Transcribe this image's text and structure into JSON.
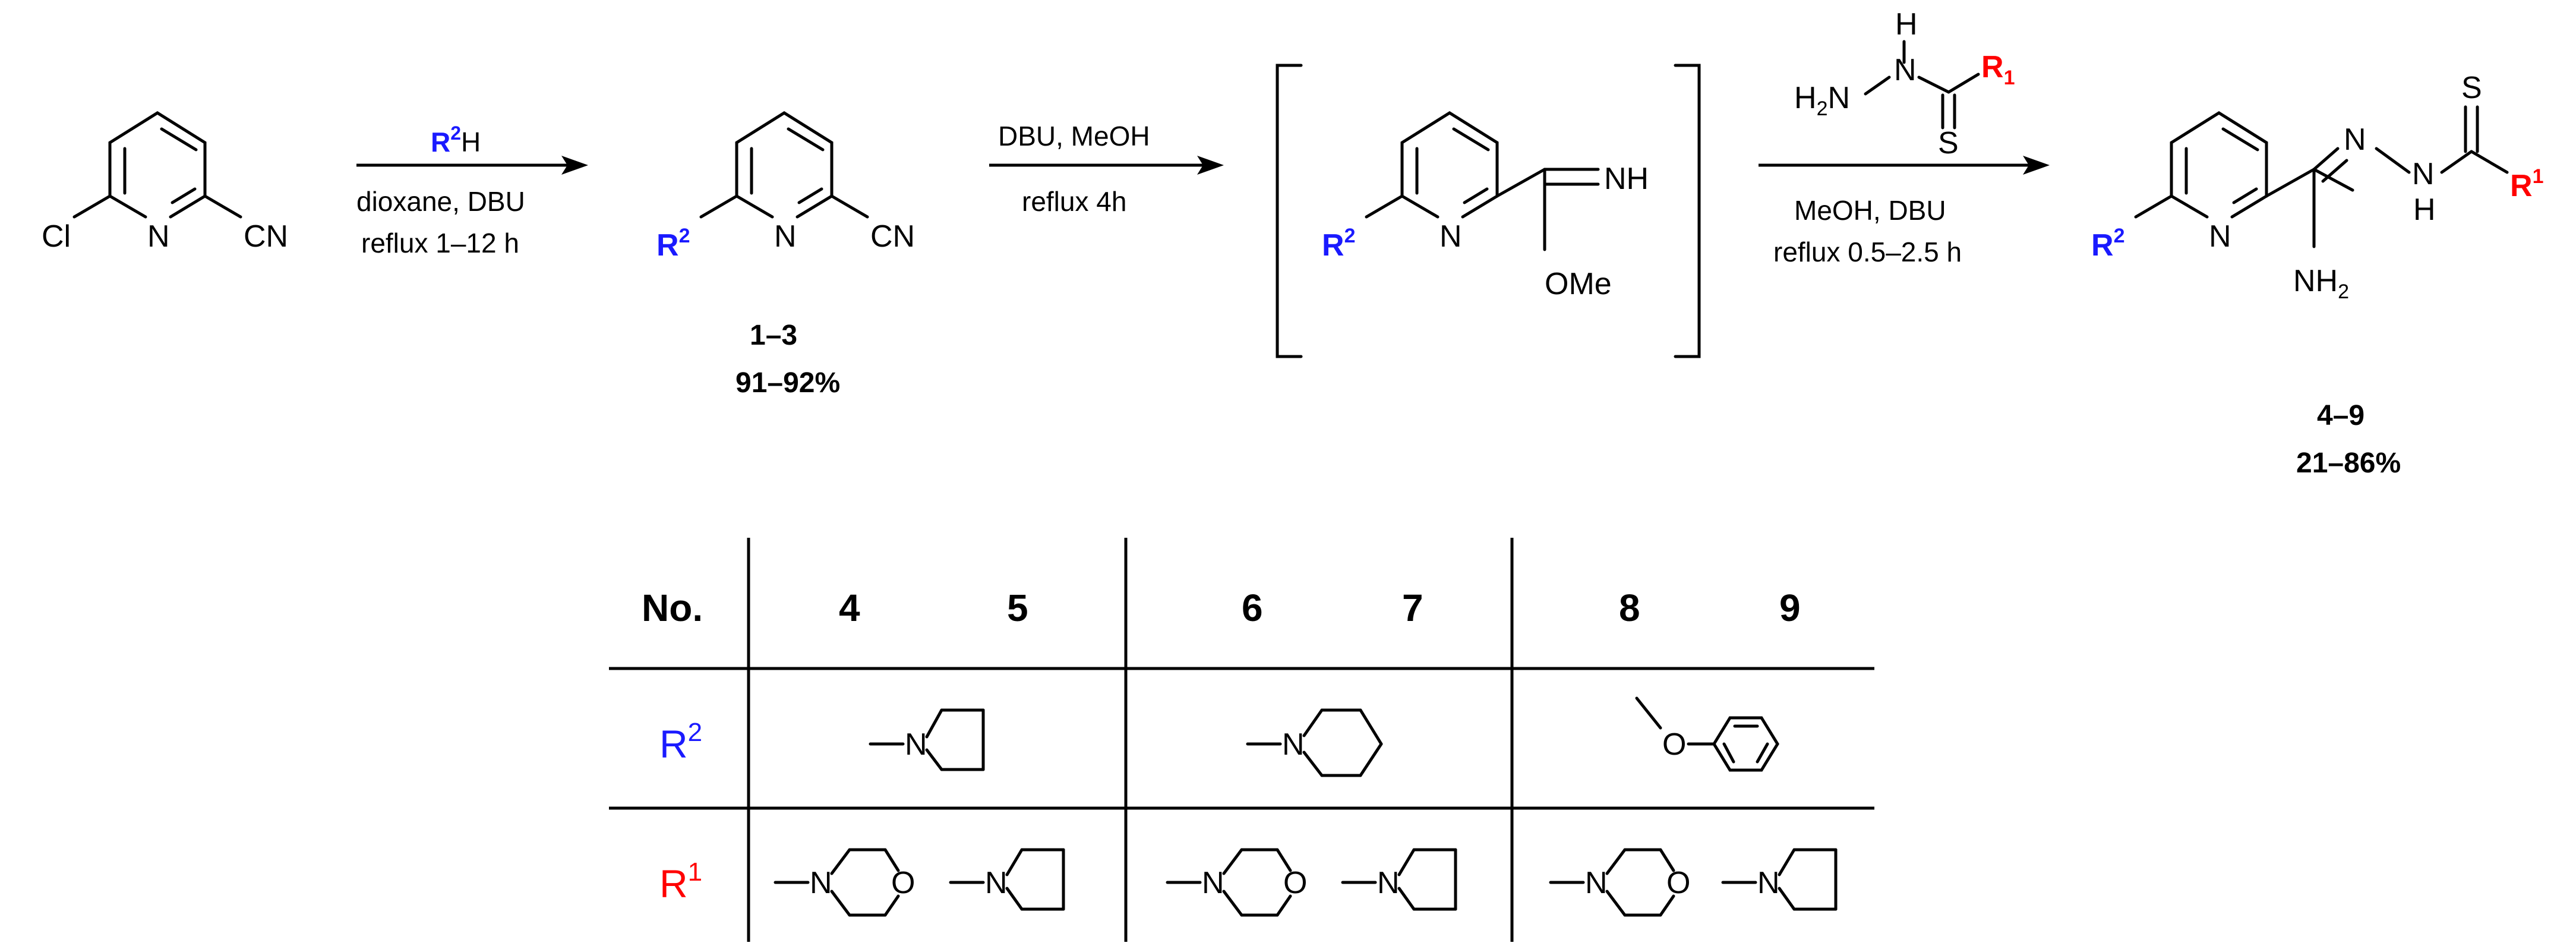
{
  "scheme": {
    "sm_atoms": {
      "cl": "Cl",
      "n": "N",
      "cn": "CN"
    },
    "step1": {
      "reagent_r": "R",
      "reagent_sup": "2",
      "reagent_h": "H",
      "cond1": "dioxane, DBU",
      "cond2": "reflux 1–12 h"
    },
    "int1": {
      "r": "R",
      "sup": "2",
      "n": "N",
      "cn": "CN",
      "number": "1–3",
      "yield": "91–92%"
    },
    "step2": {
      "cond1": "DBU, MeOH",
      "cond2": "reflux 4h"
    },
    "imidate": {
      "r": "R",
      "sup": "2",
      "n": "N",
      "nh": "NH",
      "ome": "OMe"
    },
    "step3": {
      "h": "H",
      "h2n_h": "H",
      "h2n_2": "2",
      "h2n_n": "N",
      "nh_n": "N",
      "r_label": "R",
      "r_sub": "1",
      "s": "S",
      "cond1": "MeOH, DBU",
      "cond2": "reflux 0.5–2.5 h"
    },
    "product": {
      "r2": "R",
      "r2_sup": "2",
      "n_py": "N",
      "n1": "N",
      "n2": "N",
      "nh_h": "H",
      "s": "S",
      "r1": "R",
      "r1_sup": "1",
      "nh2_n": "NH",
      "nh2_sub": "2",
      "number": "4–9",
      "yield": "21–86%"
    }
  },
  "table": {
    "header_label": "No.",
    "compounds": [
      "4",
      "5",
      "6",
      "7",
      "8",
      "9"
    ],
    "r2_label": "R",
    "r2_sup": "2",
    "r1_label": "R",
    "r1_sup": "1",
    "atom_n": "N",
    "atom_o": "O"
  },
  "colors": {
    "r2": "#1a1aff",
    "r1": "#ff0000",
    "ink": "#000000"
  }
}
